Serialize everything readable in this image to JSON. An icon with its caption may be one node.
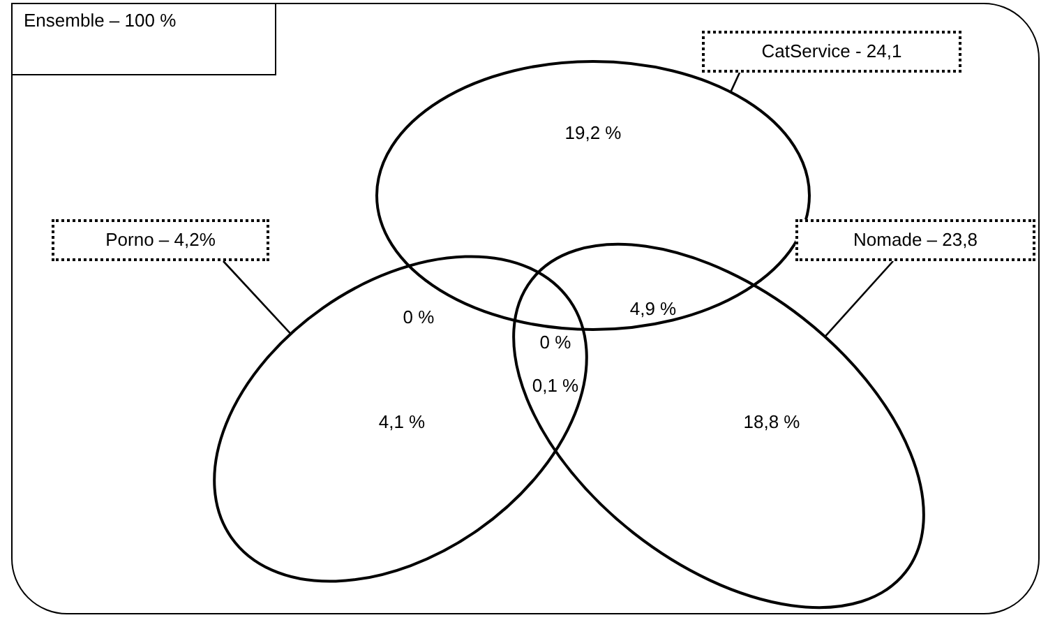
{
  "diagram": {
    "nodes": [
      {
        "text": [],
        "shape": "box"
      },
      {
        "text": [
          "Ensemble – 100 %"
        ],
        "in": 0
      },
      {
        "text": [],
        "shape": "ellipse",
        "in": 0
      },
      {
        "text": [],
        "shape": "ellipse",
        "in": 0
      },
      {
        "text": [],
        "shape": "ellipse",
        "in": 0
      },
      {
        "text": [
          "CatService  -  24,1"
        ],
        "in": 0
      },
      {
        "text": [
          "Porno – 4,2%"
        ],
        "in": 0
      },
      {
        "text": [
          "Nomade  –  23,8"
        ],
        "in": 0
      }
    ],
    "edges": [
      {
        "from": 5,
        "to": 2,
        "arrow": "none"
      },
      {
        "from": 6,
        "to": 3,
        "arrow": "none"
      },
      {
        "from": 7,
        "to": 4,
        "arrow": "none"
      }
    ],
    "labels": [
      "19,2 %",
      "0 %",
      "4,9 %",
      "0 %",
      "0,1 %",
      "4,1 %",
      "18,8 %"
    ]
  }
}
